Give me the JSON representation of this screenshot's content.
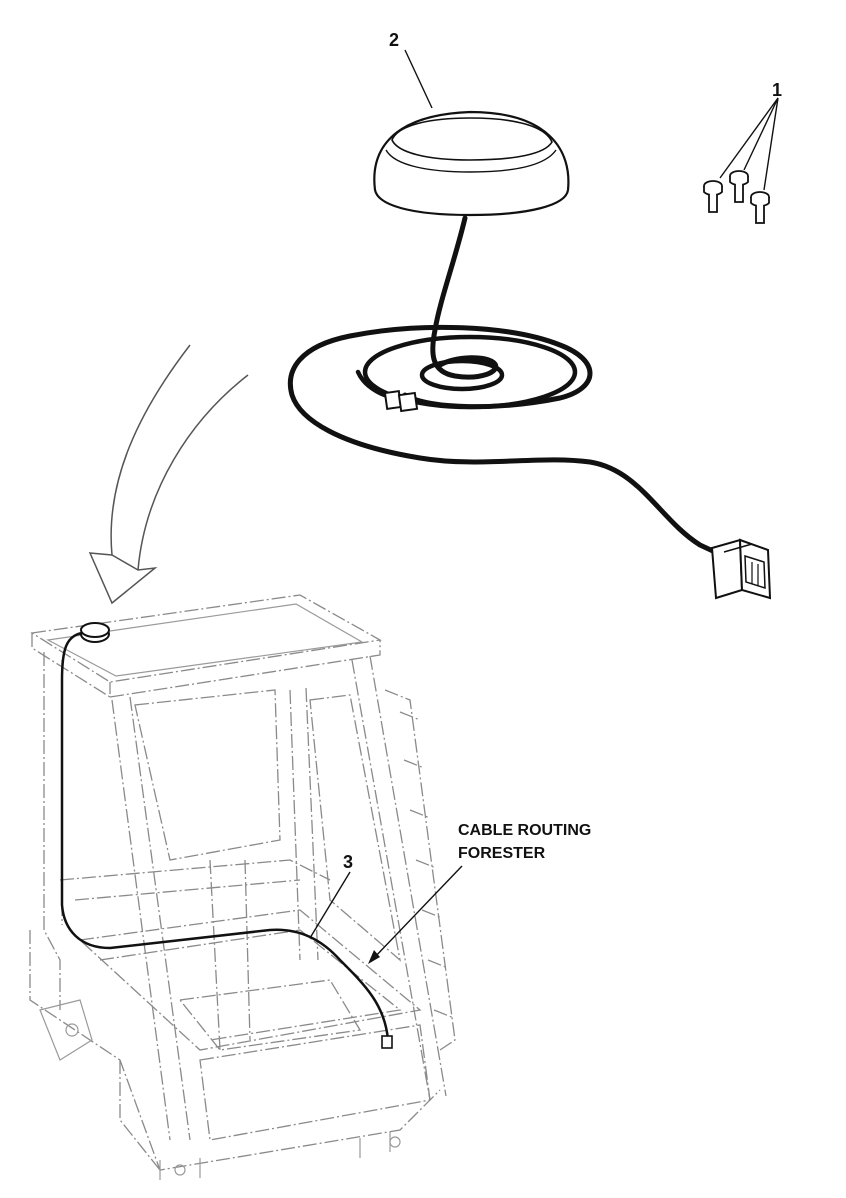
{
  "callouts": {
    "screws": "1",
    "antenna": "2",
    "cable": "3"
  },
  "note": {
    "line1": "CABLE ROUTING",
    "line2": "FORESTER"
  },
  "colors": {
    "ink": "#111111",
    "frame": "#8a8a8a",
    "background": "#ffffff"
  }
}
